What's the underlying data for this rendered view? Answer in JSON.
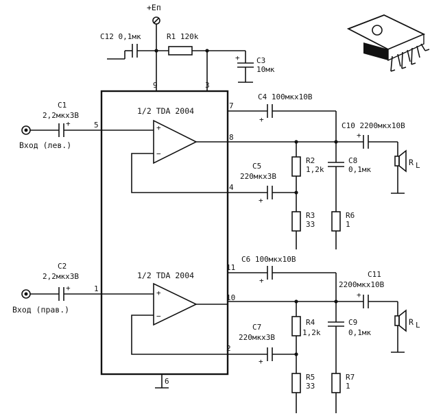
{
  "supply": {
    "label": "+Еп"
  },
  "chip": {
    "top_title": "1/2 TDA 2004",
    "bottom_title": "1/2 TDA 2004",
    "pins": [
      "9",
      "3",
      "7",
      "5",
      "8",
      "4",
      "11",
      "1",
      "10",
      "2",
      "6"
    ]
  },
  "components": {
    "c12": "C12  0,1мк",
    "r1": "R1  120k",
    "c3_name": "C3",
    "c3_value": "10мк",
    "c4": "C4  100мкх10В",
    "c1_name": "C1",
    "c1_value": "2,2мкх3В",
    "input_left": "Вход  (лев.)",
    "c10": "C10  2200мкх10В",
    "r2_name": "R2",
    "r2_value": "1,2k",
    "c8_name": "C8",
    "c8_value": "0,1мк",
    "c5_name": "C5",
    "c5_value": "220мкх3В",
    "r3_name": "R3",
    "r3_value": "33",
    "r6_name": "R6",
    "r6_value": "1",
    "rl_top": "R",
    "rl_top_sub": "L",
    "c6": "C6  100мкх10В",
    "c2_name": "C2",
    "c2_value": "2,2мкх3В",
    "input_right": "Вход  (прав.)",
    "c11_name": "C11",
    "c11_value": "2200мкх10В",
    "r4_name": "R4",
    "r4_value": "1,2k",
    "c9_name": "C9",
    "c9_value": "0,1мк",
    "c7_name": "C7",
    "c7_value": "220мкх3В",
    "r5_name": "R5",
    "r5_value": "33",
    "r7_name": "R7",
    "r7_value": "1",
    "rl_bottom": "R",
    "rl_bottom_sub": "L"
  },
  "signs": {
    "plus": "+",
    "minus": "−"
  }
}
